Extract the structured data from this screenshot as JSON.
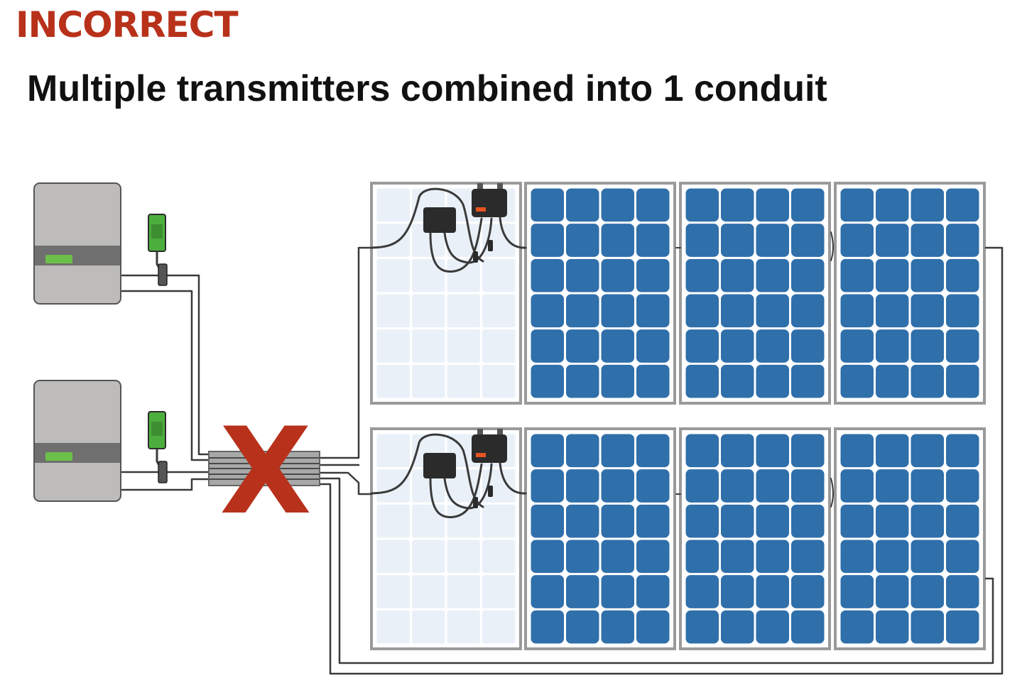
{
  "heading": {
    "text": "INCORRECT",
    "color": "#b8311a"
  },
  "subheading": {
    "text": "Multiple transmitters combined into 1 conduit"
  },
  "colors": {
    "inverter_body": "#bdbcbb",
    "inverter_band": "#6f6f6f",
    "inverter_led": "#6cc04a",
    "transmitter": "#4caf3d",
    "panel_frame": "#9a9a9a",
    "cell_blue": "#2f6faa",
    "cell_pale": "#e9f0f8",
    "wire": "#3a3a3a",
    "conduit": "#a8a8a8",
    "x_mark": "#b8311a",
    "junction_box": "#2b2b2b"
  },
  "diagram": {
    "inverters": [
      {
        "name": "inverter-1"
      },
      {
        "name": "inverter-2"
      }
    ],
    "transmitters": [
      {
        "name": "transmitter-1"
      },
      {
        "name": "transmitter-2"
      }
    ],
    "panel_rows": [
      {
        "panels": [
          {
            "cell_style": "pale",
            "has_junction_boxes": true
          },
          {
            "cell_style": "blue"
          },
          {
            "cell_style": "blue"
          },
          {
            "cell_style": "blue"
          }
        ]
      },
      {
        "panels": [
          {
            "cell_style": "pale",
            "has_junction_boxes": true
          },
          {
            "cell_style": "blue"
          },
          {
            "cell_style": "blue"
          },
          {
            "cell_style": "blue"
          }
        ]
      }
    ],
    "panel_cells": {
      "columns": 4,
      "rows": 6
    },
    "conduit": {
      "marked_incorrect": true,
      "mark_symbol": "X"
    }
  }
}
